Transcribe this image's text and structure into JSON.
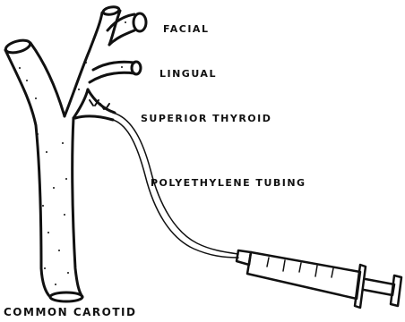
{
  "labels": {
    "facial": "FACIAL",
    "lingual": "LINGUAL",
    "superior_thyroid": "SUPERIOR THYROID",
    "polyethylene_tubing": "POLYETHYLENE TUBING",
    "common_carotid": "COMMON CAROTID"
  },
  "colors": {
    "ink": "#111111",
    "paper": "#ffffff"
  }
}
